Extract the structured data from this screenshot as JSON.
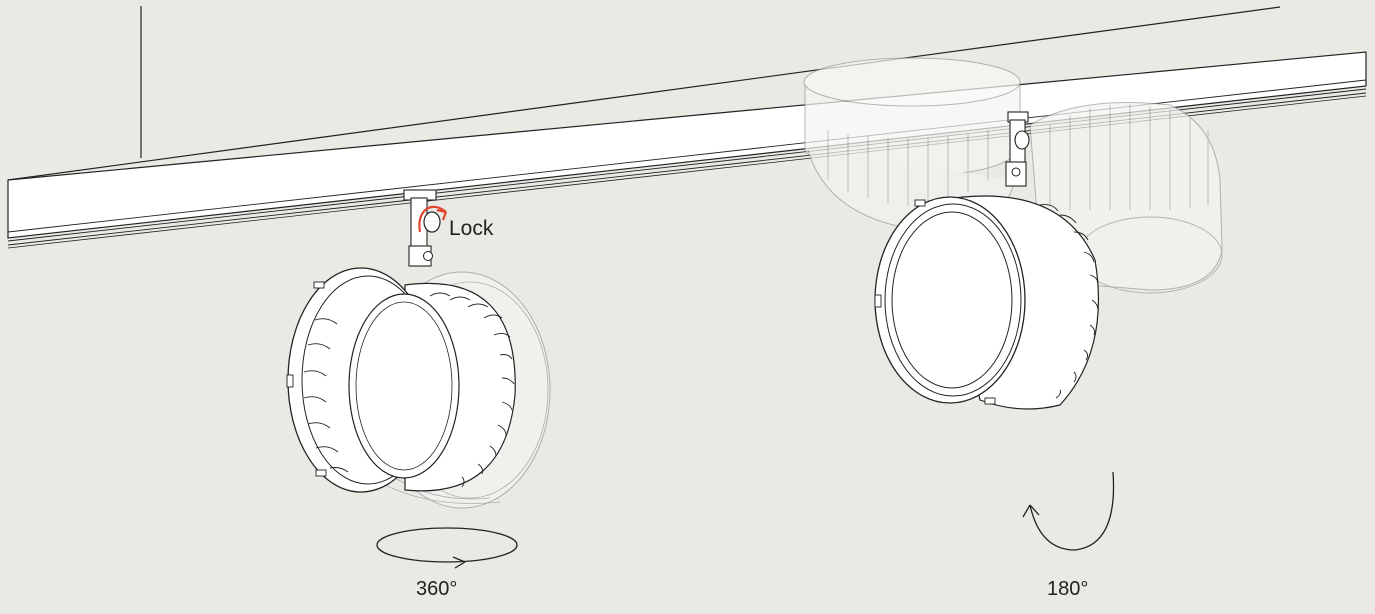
{
  "labels": {
    "lock": "Lock",
    "rotate_horizontal": "360°",
    "rotate_vertical": "180°"
  },
  "colors": {
    "background": "#ebe9e4",
    "line": "#222222",
    "ghost_line": "#9a9a9a",
    "body": "#ffffff",
    "accent": "#e0462c"
  }
}
